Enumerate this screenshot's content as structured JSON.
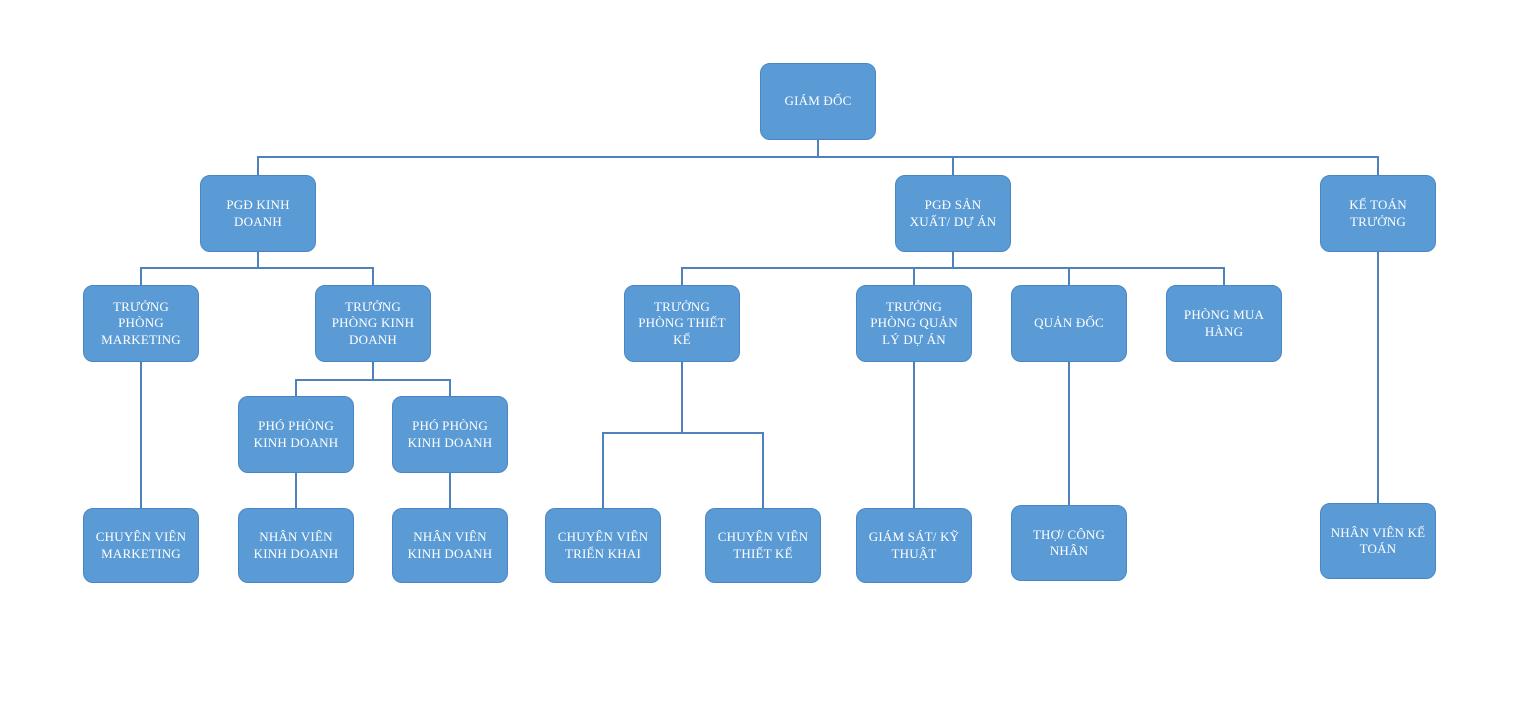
{
  "diagram": {
    "type": "org-chart",
    "colors": {
      "node_fill": "#5b9bd5",
      "node_border": "#4a86c5",
      "connector": "#4f81bd",
      "node_text": "#ffffff",
      "background": "#ffffff"
    },
    "nodes": [
      {
        "id": "giam-doc",
        "label": "GIÁM ĐỐC"
      },
      {
        "id": "pgd-kinh-doanh",
        "label": "PGĐ KINH DOANH"
      },
      {
        "id": "pgd-san-xuat",
        "label": "PGĐ SẢN XUẤT/ DỰ ÁN"
      },
      {
        "id": "ke-toan-truong",
        "label": "KẾ TOÁN TRƯỞNG"
      },
      {
        "id": "truong-phong-marketing",
        "label": "TRƯỞNG PHÒNG MARKETING"
      },
      {
        "id": "truong-phong-kinh-doanh",
        "label": "TRƯỞNG PHÒNG KINH DOANH"
      },
      {
        "id": "truong-phong-thiet-ke",
        "label": "TRƯỞNG PHÒNG THIẾT KẾ"
      },
      {
        "id": "truong-phong-quan-ly-du-an",
        "label": "TRƯỞNG PHÒNG QUẢN LÝ DỰ ÁN"
      },
      {
        "id": "quan-doc",
        "label": "QUẢN ĐỐC"
      },
      {
        "id": "phong-mua-hang",
        "label": "PHÒNG MUA HÀNG"
      },
      {
        "id": "pho-phong-kinh-doanh-1",
        "label": "PHÓ PHÒNG KINH DOANH"
      },
      {
        "id": "pho-phong-kinh-doanh-2",
        "label": "PHÓ PHÒNG KINH DOANH"
      },
      {
        "id": "chuyen-vien-marketing",
        "label": "CHUYÊN VIÊN MARKETING"
      },
      {
        "id": "nhan-vien-kinh-doanh-1",
        "label": "NHÂN VIÊN KINH DOANH"
      },
      {
        "id": "nhan-vien-kinh-doanh-2",
        "label": "NHÂN VIÊN KINH DOANH"
      },
      {
        "id": "chuyen-vien-trien-khai",
        "label": "CHUYÊN VIÊN TRIỂN KHAI"
      },
      {
        "id": "chuyen-vien-thiet-ke",
        "label": "CHUYÊN VIÊN THIẾT KẾ"
      },
      {
        "id": "giam-sat-ky-thuat",
        "label": "GIÁM SÁT/ KỸ THUẬT"
      },
      {
        "id": "tho-cong-nhan",
        "label": "THỢ/ CÔNG NHÂN"
      },
      {
        "id": "nhan-vien-ke-toan",
        "label": "NHÂN VIÊN KẾ TOÁN"
      }
    ],
    "edges": [
      {
        "parent": "giam-doc",
        "children": [
          "pgd-kinh-doanh",
          "pgd-san-xuat",
          "ke-toan-truong"
        ]
      },
      {
        "parent": "pgd-kinh-doanh",
        "children": [
          "truong-phong-marketing",
          "truong-phong-kinh-doanh"
        ]
      },
      {
        "parent": "pgd-san-xuat",
        "children": [
          "truong-phong-thiet-ke",
          "truong-phong-quan-ly-du-an",
          "quan-doc",
          "phong-mua-hang"
        ]
      },
      {
        "parent": "truong-phong-marketing",
        "children": [
          "chuyen-vien-marketing"
        ]
      },
      {
        "parent": "truong-phong-kinh-doanh",
        "children": [
          "pho-phong-kinh-doanh-1",
          "pho-phong-kinh-doanh-2"
        ]
      },
      {
        "parent": "truong-phong-thiet-ke",
        "children": [
          "chuyen-vien-trien-khai",
          "chuyen-vien-thiet-ke"
        ]
      },
      {
        "parent": "truong-phong-quan-ly-du-an",
        "children": [
          "giam-sat-ky-thuat"
        ]
      },
      {
        "parent": "pho-phong-kinh-doanh-1",
        "children": [
          "nhan-vien-kinh-doanh-1"
        ]
      },
      {
        "parent": "pho-phong-kinh-doanh-2",
        "children": [
          "nhan-vien-kinh-doanh-2"
        ]
      },
      {
        "parent": "quan-doc",
        "children": [
          "tho-cong-nhan"
        ]
      },
      {
        "parent": "ke-toan-truong",
        "children": [
          "nhan-vien-ke-toan"
        ]
      }
    ]
  }
}
